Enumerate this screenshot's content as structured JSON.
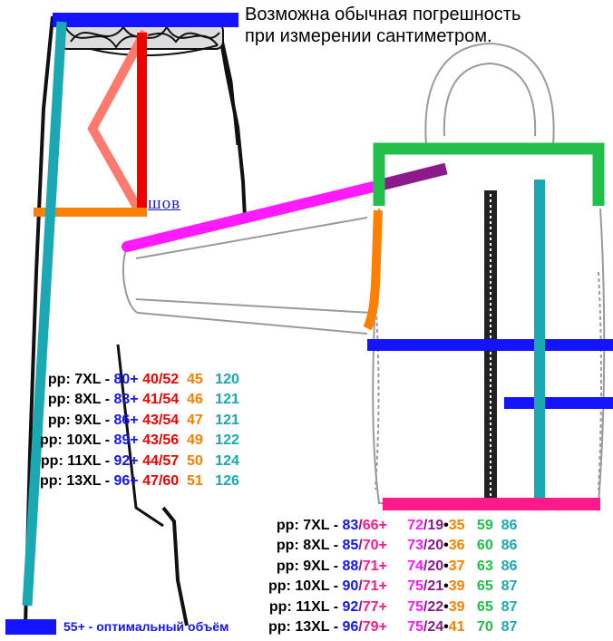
{
  "note": {
    "line1": "Возможна обычная погрешность",
    "line2": "при измерении сантиметром."
  },
  "seam_label": "шов",
  "colors": {
    "blue": "#1414ff",
    "red": "#ee0000",
    "orange": "#ff7f00",
    "teal": "#1aa9b2",
    "magenta": "#ff1aff",
    "purple": "#8b1a8b",
    "green": "#22c04a",
    "pink": "#ff1a8c",
    "salmon": "#ff7a6e"
  },
  "pants_sizes": [
    {
      "prefix": "pp: 7XL - ",
      "waist": "80+",
      "hip_a": "40",
      "hip_b": "52",
      "seat": "45",
      "length": "120"
    },
    {
      "prefix": "pp: 8XL - ",
      "waist": "83+",
      "hip_a": "41",
      "hip_b": "54",
      "seat": "46",
      "length": "121"
    },
    {
      "prefix": "pp: 9XL - ",
      "waist": "86+",
      "hip_a": "43",
      "hip_b": "54",
      "seat": "47",
      "length": "121"
    },
    {
      "prefix": "pp: 10XL - ",
      "waist": "89+",
      "hip_a": "43",
      "hip_b": "56",
      "seat": "49",
      "length": "122"
    },
    {
      "prefix": "pp: 11XL - ",
      "waist": "92+",
      "hip_a": "44",
      "hip_b": "57",
      "seat": "50",
      "length": "124"
    },
    {
      "prefix": "pp: 13XL - ",
      "waist": "96+",
      "hip_a": "47",
      "hip_b": "60",
      "seat": "51",
      "length": "126"
    }
  ],
  "jacket_sizes": [
    {
      "prefix": "pp: 7XL - ",
      "chest": "83",
      "hem": "66+",
      "sleeve": "72",
      "shoulder": "19",
      "armhole": "35",
      "collar": "59",
      "length": "86"
    },
    {
      "prefix": "pp: 8XL - ",
      "chest": "85",
      "hem": "70+",
      "sleeve": "73",
      "shoulder": "20",
      "armhole": "36",
      "collar": "60",
      "length": "86"
    },
    {
      "prefix": "pp: 9XL - ",
      "chest": "88",
      "hem": "71+",
      "sleeve": "74",
      "shoulder": "20",
      "armhole": "37",
      "collar": "63",
      "length": "86"
    },
    {
      "prefix": "pp: 10XL - ",
      "chest": "90",
      "hem": "71+",
      "sleeve": "75",
      "shoulder": "21",
      "armhole": "39",
      "collar": "65",
      "length": "87"
    },
    {
      "prefix": "pp: 11XL - ",
      "chest": "92",
      "hem": "77+",
      "sleeve": "75",
      "shoulder": "22",
      "armhole": "39",
      "collar": "65",
      "length": "87"
    },
    {
      "prefix": "pp: 13XL - ",
      "chest": "96",
      "hem": "79+",
      "sleeve": "75",
      "shoulder": "24",
      "armhole": "41",
      "collar": "70",
      "length": "87"
    }
  ],
  "legend": {
    "text": "55+ - оптимальный объём"
  }
}
